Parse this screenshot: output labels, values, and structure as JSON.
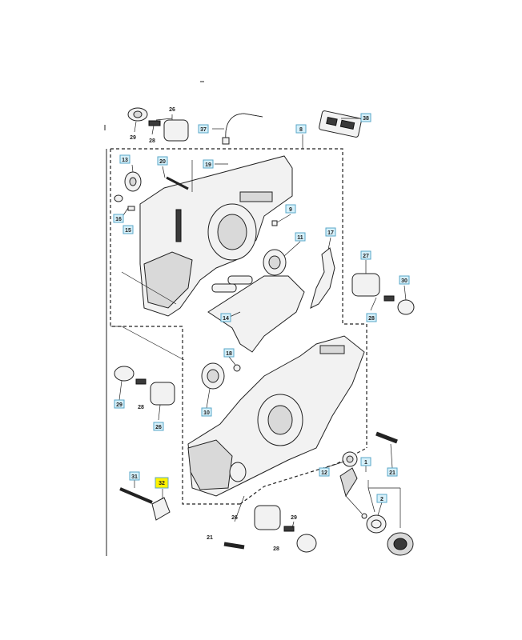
{
  "diagram": {
    "boxed_callouts": [
      "37",
      "8",
      "38",
      "13",
      "20",
      "19",
      "9",
      "16",
      "15",
      "11",
      "17",
      "27",
      "30",
      "28",
      "14",
      "18",
      "29",
      "26",
      "10",
      "12",
      "1",
      "21",
      "31",
      "32",
      "2"
    ],
    "plain_callouts": [
      "26",
      "29",
      "28",
      "28",
      "21",
      "26",
      "29",
      "28"
    ],
    "highlight_color": "#fff200",
    "label_fill": "#d6f0fa",
    "label_border": "#5aa7c8"
  }
}
